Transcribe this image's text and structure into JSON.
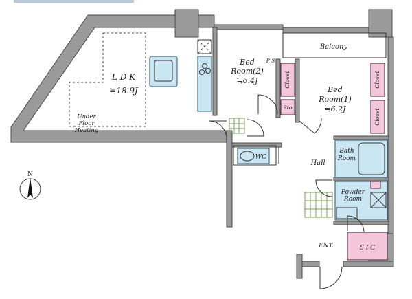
{
  "rooms": {
    "ldk": {
      "name": "L D K",
      "area": "≒18.9J"
    },
    "under_floor": [
      "Under",
      "Floor",
      "Heating"
    ],
    "bed2": {
      "name1": "Bed",
      "name2": "Room(2)",
      "area": "≒6.4J"
    },
    "bed1": {
      "name1": "Bed",
      "name2": "Room(1)",
      "area": "≒6.2J"
    },
    "balcony": "Balcony",
    "ps": "P S",
    "closet": "Closet",
    "sto": "Sto",
    "wc": "WC",
    "hall": "Hall",
    "bath": {
      "line1": "Bath",
      "line2": "Room"
    },
    "powder": {
      "line1": "Powder",
      "line2": "Room"
    },
    "ent": "ENT.",
    "sic": "S I C"
  },
  "compass": {
    "label": "N"
  },
  "colors": {
    "wet_area": "#c9e6f2",
    "storage": "#f3c7d9",
    "wall": "#9a9a9a"
  }
}
